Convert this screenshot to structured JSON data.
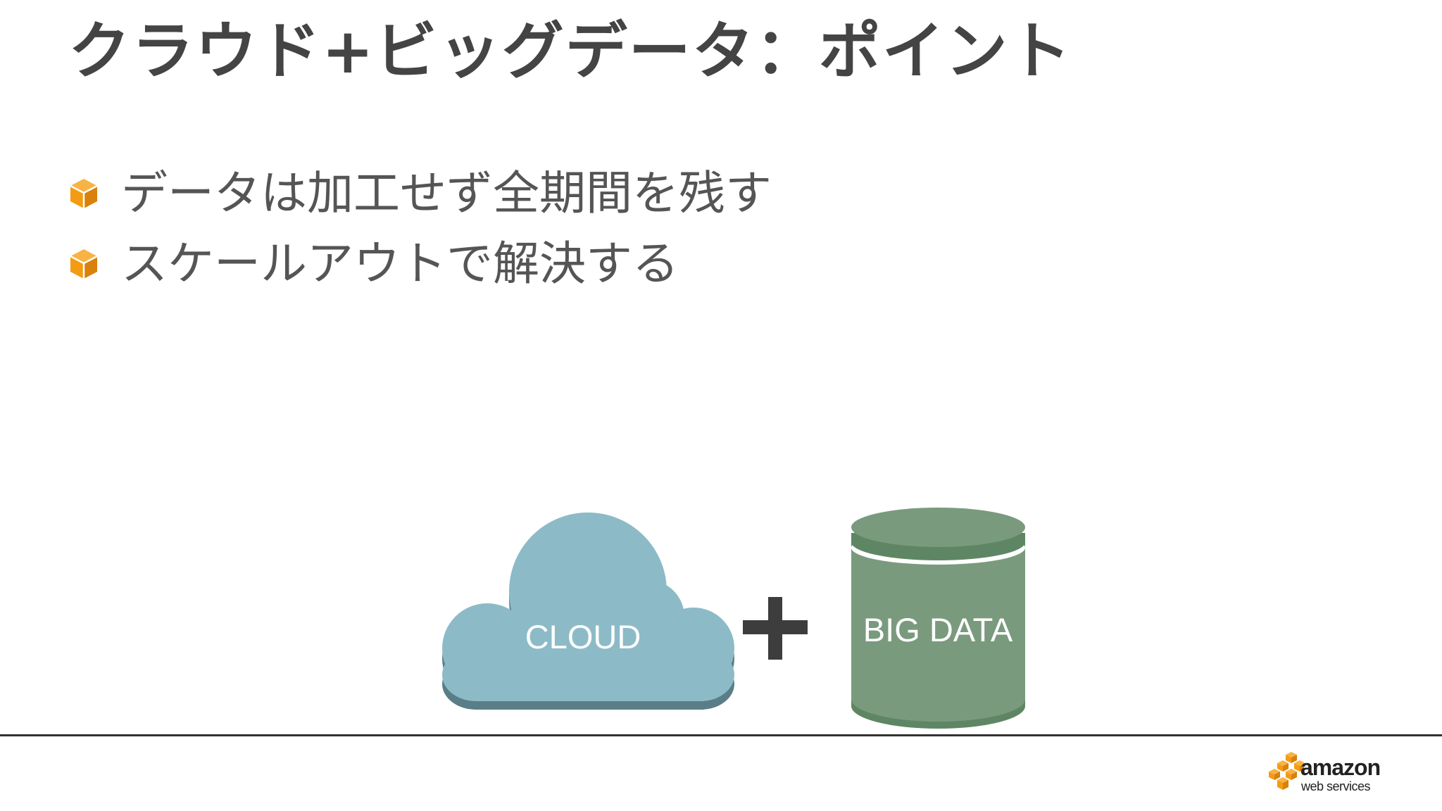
{
  "slide": {
    "title": "クラウド+ビッグデータ：ポイント",
    "bullets": [
      {
        "text": "データは加工せず全期間を残す",
        "icon": "aws-cube-icon"
      },
      {
        "text": "スケールアウトで解決する",
        "icon": "aws-cube-icon"
      }
    ]
  },
  "diagram": {
    "cloud_label": "CLOUD",
    "plus_symbol": "+",
    "database_label": "BIG DATA",
    "colors": {
      "cloud_fill": "#8cbbc7",
      "cloud_shadow": "#5a7e88",
      "database_fill": "#7a9a7e",
      "database_dark": "#5e8664",
      "plus": "#3d3d3d",
      "label": "#ffffff"
    }
  },
  "logo": {
    "primary": "amazon",
    "secondary": "web services",
    "icon": "aws-cubes-icon",
    "color": "#f5a623"
  },
  "colors": {
    "title": "#444444",
    "text": "#555555",
    "accent": "#f5a623",
    "rule": "#333333"
  }
}
